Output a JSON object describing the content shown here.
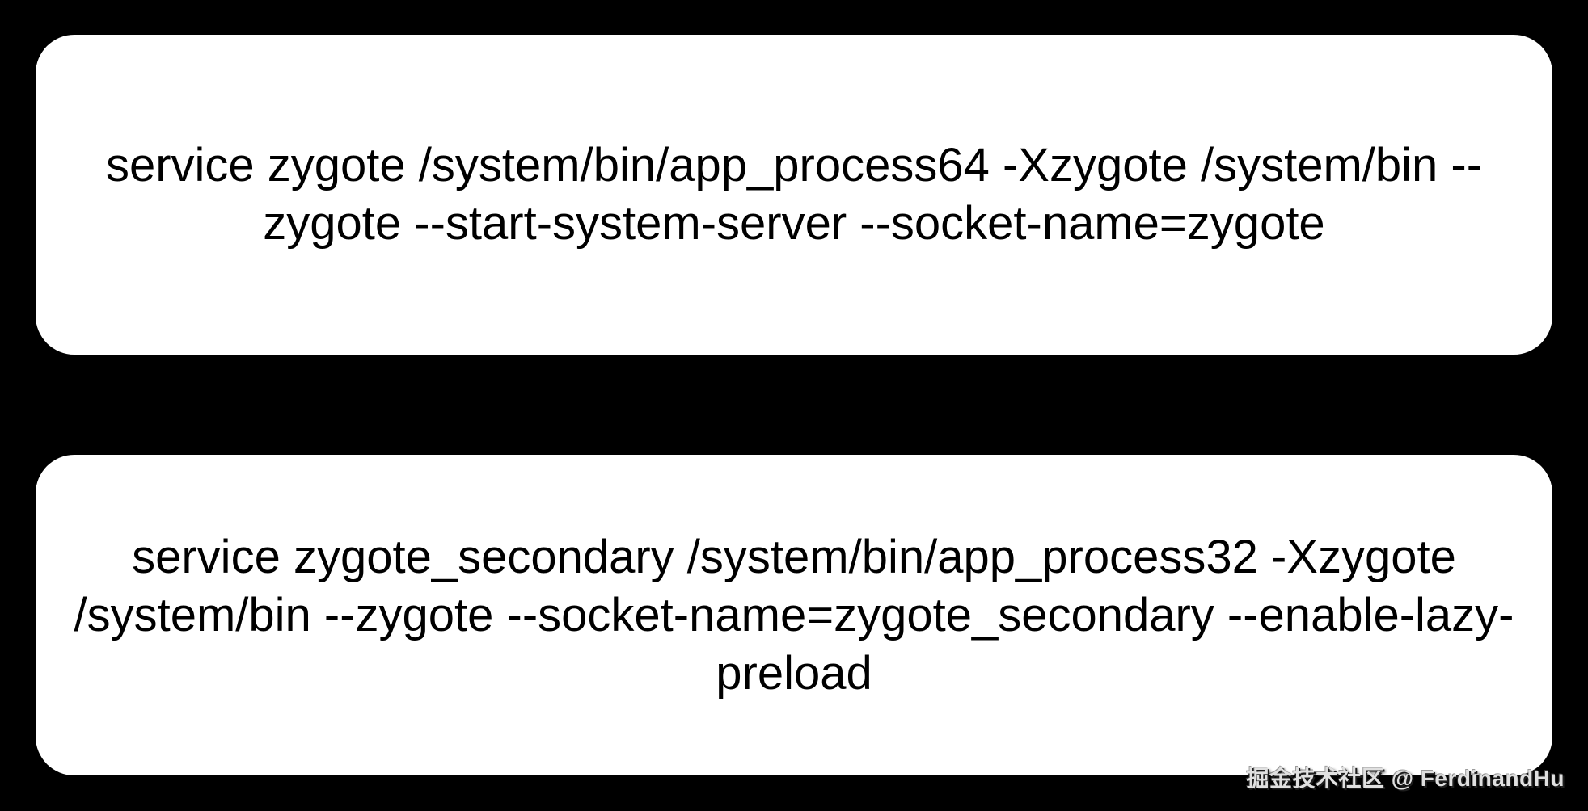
{
  "colors": {
    "background": "#000000",
    "card": "#ffffff",
    "text": "#000000",
    "watermark": "#e0e0e0"
  },
  "zygote64_card": {
    "lines": {
      "0": "service zygote /system/bin/app_process64 -Xzygote /system/bin --",
      "1": "zygote --start-system-server --socket-name=zygote"
    }
  },
  "zygote_secondary_card": {
    "lines": {
      "0": "service zygote_secondary /system/bin/app_process32 -Xzygote",
      "1": "/system/bin --zygote --socket-name=zygote_secondary --enable-lazy-",
      "2": "preload"
    }
  },
  "watermark": {
    "text": "掘金技术社区 @ FerdinandHu"
  }
}
